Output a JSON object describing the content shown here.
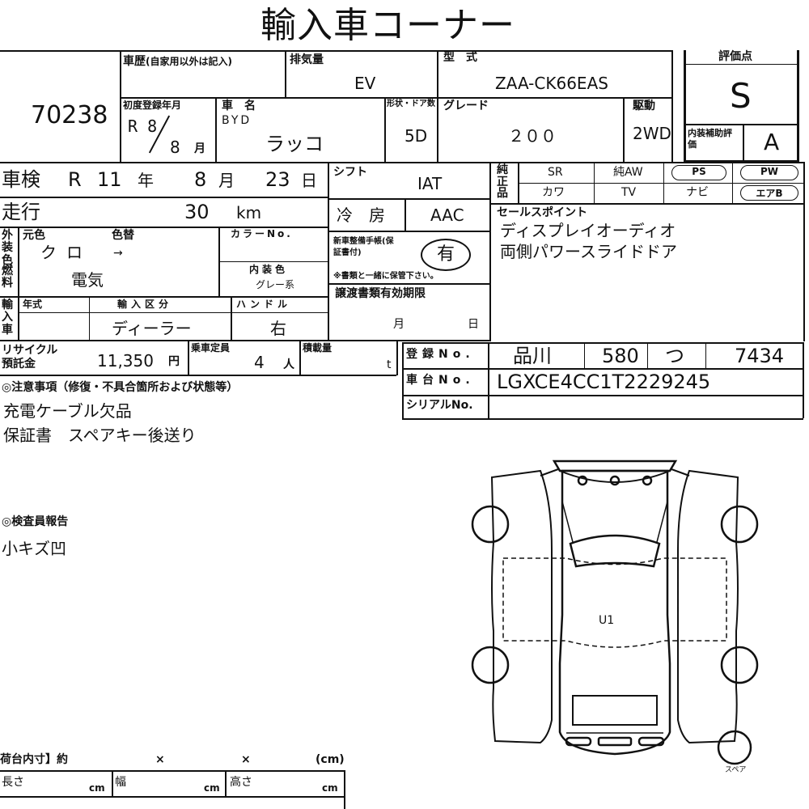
{
  "title": "輸入車コーナー",
  "header": {
    "lot_no": "70238",
    "history_label": "車歴",
    "history_note": "(自家用以外は記入)",
    "displacement_label": "排気量",
    "displacement": "EV",
    "model_label": "型　式",
    "model_code": "ZAA-CK66EAS",
    "score_label": "評価点",
    "score": "S",
    "first_reg_label": "初度登録年月",
    "first_reg_year": "R 8",
    "first_reg_month": "8",
    "month_unit": "月",
    "name_label": "車　名",
    "maker": "BYD",
    "car_name": "ラッコ",
    "doors_label": "形状・ドア数",
    "doors": "5D",
    "grade_label": "グレード",
    "grade": "２００",
    "drive_label": "駆動",
    "drive": "2WD",
    "interior_score_label": "内装補助評価",
    "interior_score": "A"
  },
  "inspection": {
    "label": "車検",
    "era": "R",
    "year": "11",
    "year_unit": "年",
    "month": "8",
    "month_unit": "月",
    "day": "23",
    "day_unit": "日"
  },
  "mileage": {
    "label": "走行",
    "value": "30",
    "unit": "km"
  },
  "shift": {
    "label": "シフト",
    "value": "IAT"
  },
  "ac": {
    "label": "冷　房",
    "value": "AAC"
  },
  "equipment": {
    "label": "純正品",
    "row1": [
      "SR",
      "純AW",
      "PS",
      "PW"
    ],
    "row2": [
      "カワ",
      "TV",
      "ナビ",
      "エアB"
    ]
  },
  "color": {
    "side_label": "外装色",
    "original_label": "元色",
    "original": "クロ",
    "change_label": "色替",
    "change": "→",
    "color_no_label": "カラーNo.",
    "interior_label": "内装色",
    "interior": "グレー系"
  },
  "warranty": {
    "label": "新車整備手帳(保証書付)",
    "value": "有",
    "note": "※書類と一緒に保管下さい。"
  },
  "fuel": {
    "label": "燃料",
    "value": "電気"
  },
  "sales_points": {
    "label": "セールスポイント",
    "lines": [
      "ディスプレイオーディオ",
      "両側パワースライドドア"
    ]
  },
  "import": {
    "side_label": "輸入車",
    "year_label": "年式",
    "type_label": "輸入区分",
    "type": "ディーラー",
    "handle_label": "ハンドル",
    "handle": "右"
  },
  "transfer": {
    "label": "譲渡書類有効期限",
    "month_unit": "月",
    "day_unit": "日"
  },
  "recycle": {
    "label1": "リサイクル",
    "label2": "預託金",
    "value": "11,350",
    "unit": "円",
    "capacity_label": "乗車定員",
    "capacity": "4",
    "capacity_unit": "人",
    "load_label": "積載量",
    "load_unit": "t"
  },
  "registration": {
    "label": "登録No.",
    "area": "品川",
    "class": "580",
    "kana": "つ",
    "number": "7434"
  },
  "chassis": {
    "label": "車台No.",
    "value": "LGXCE4CC1T2229245"
  },
  "serial": {
    "label": "シリアルNo."
  },
  "notes": {
    "label": "◎注意事項（修復・不具合箇所および状態等）",
    "lines": [
      "充電ケーブル欠品",
      "保証書　スペアキー後送り"
    ]
  },
  "inspector": {
    "label": "◎検査員報告",
    "lines": [
      "小キズ凹"
    ]
  },
  "diagram": {
    "mark": "U1",
    "spare_label": "スペア"
  },
  "cargo": {
    "label": "荷台内寸】約",
    "x1": "×",
    "x2": "×",
    "unit": "(cm)",
    "length_label": "長さ",
    "width_label": "幅",
    "height_label": "高さ",
    "cm": "cm"
  }
}
